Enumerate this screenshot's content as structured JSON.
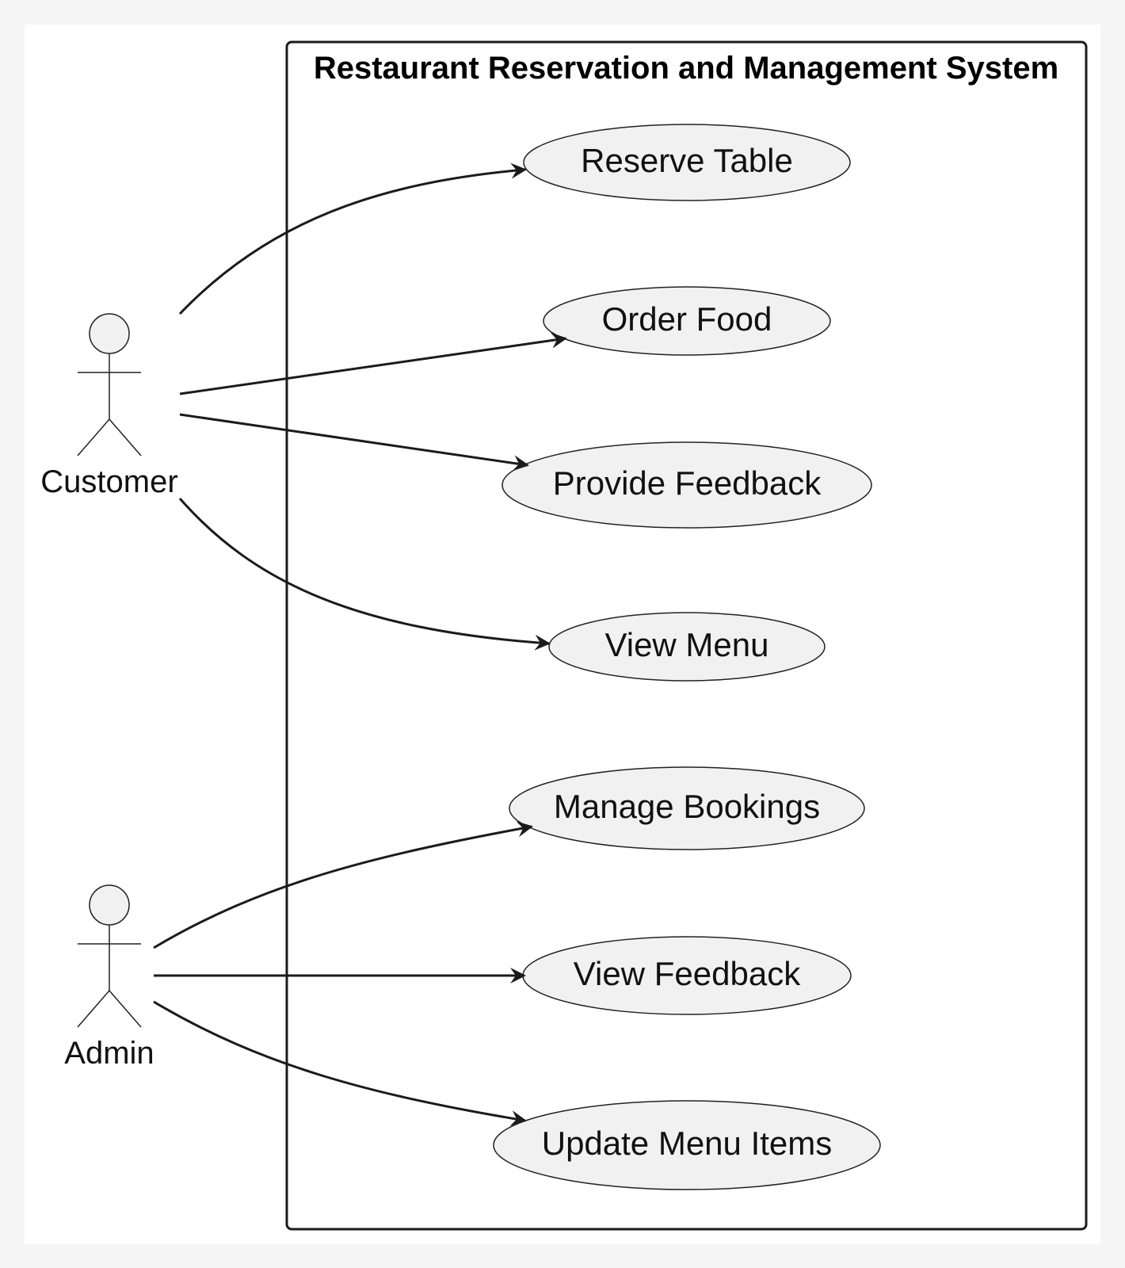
{
  "system": {
    "title": "Restaurant Reservation and Management System"
  },
  "actors": {
    "customer": "Customer",
    "admin": "Admin"
  },
  "use_cases": {
    "reserve_table": "Reserve Table",
    "order_food": "Order Food",
    "provide_feedback": "Provide Feedback",
    "view_menu": "View Menu",
    "manage_bookings": "Manage Bookings",
    "view_feedback": "View Feedback",
    "update_menu_items": "Update Menu Items"
  },
  "colors": {
    "use_case_fill": "#f1f1f1",
    "stroke": "#222222",
    "background": "#ffffff"
  }
}
